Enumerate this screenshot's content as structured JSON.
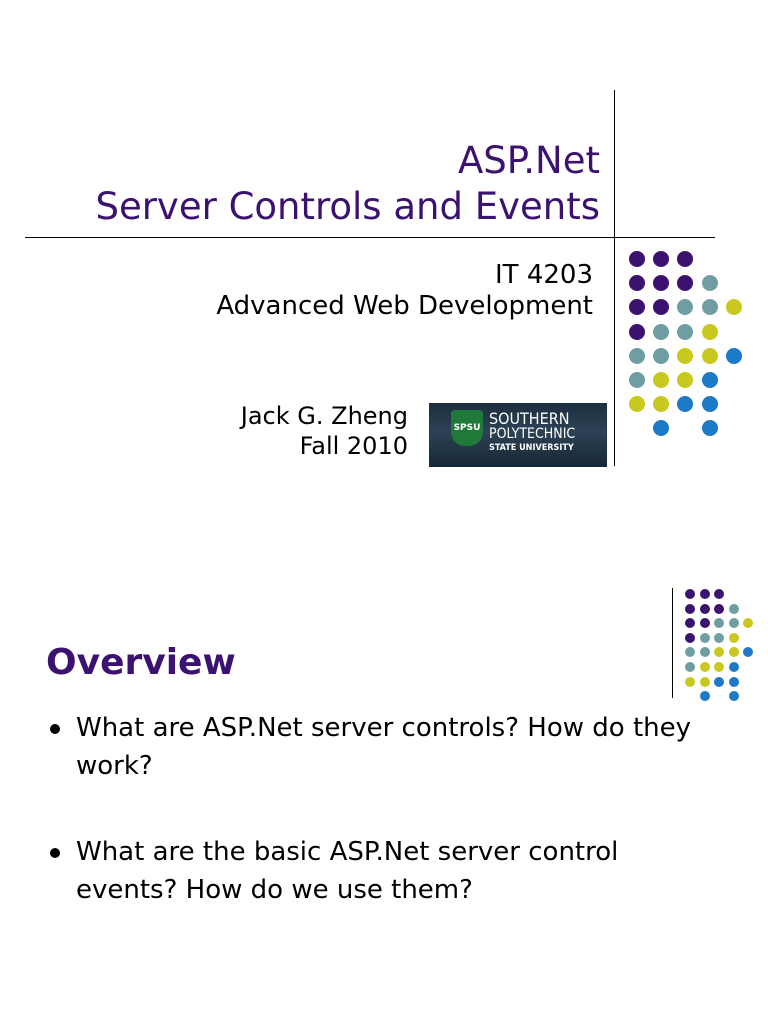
{
  "slide1": {
    "title_line1": "ASP.Net",
    "title_line2": "Server Controls and Events",
    "course_code": "IT 4203",
    "course_name": "Advanced Web Development",
    "author": "Jack G. Zheng",
    "term": "Fall 2010",
    "logo": {
      "seal": "SPSU",
      "line1": "SOUTHERN",
      "line2": "POLYTECHNIC",
      "line3": "STATE UNIVERSITY"
    }
  },
  "slide2": {
    "title": "Overview",
    "bullets": [
      "What are ASP.Net server controls? How do they work?",
      "What are the basic ASP.Net server control events? How do we use them?"
    ]
  },
  "colors": {
    "title": "#3b1270",
    "purple": "#3b1270",
    "teal": "#6f9ea2",
    "yellow": "#c9c81e",
    "blue": "#1d7ac9"
  }
}
